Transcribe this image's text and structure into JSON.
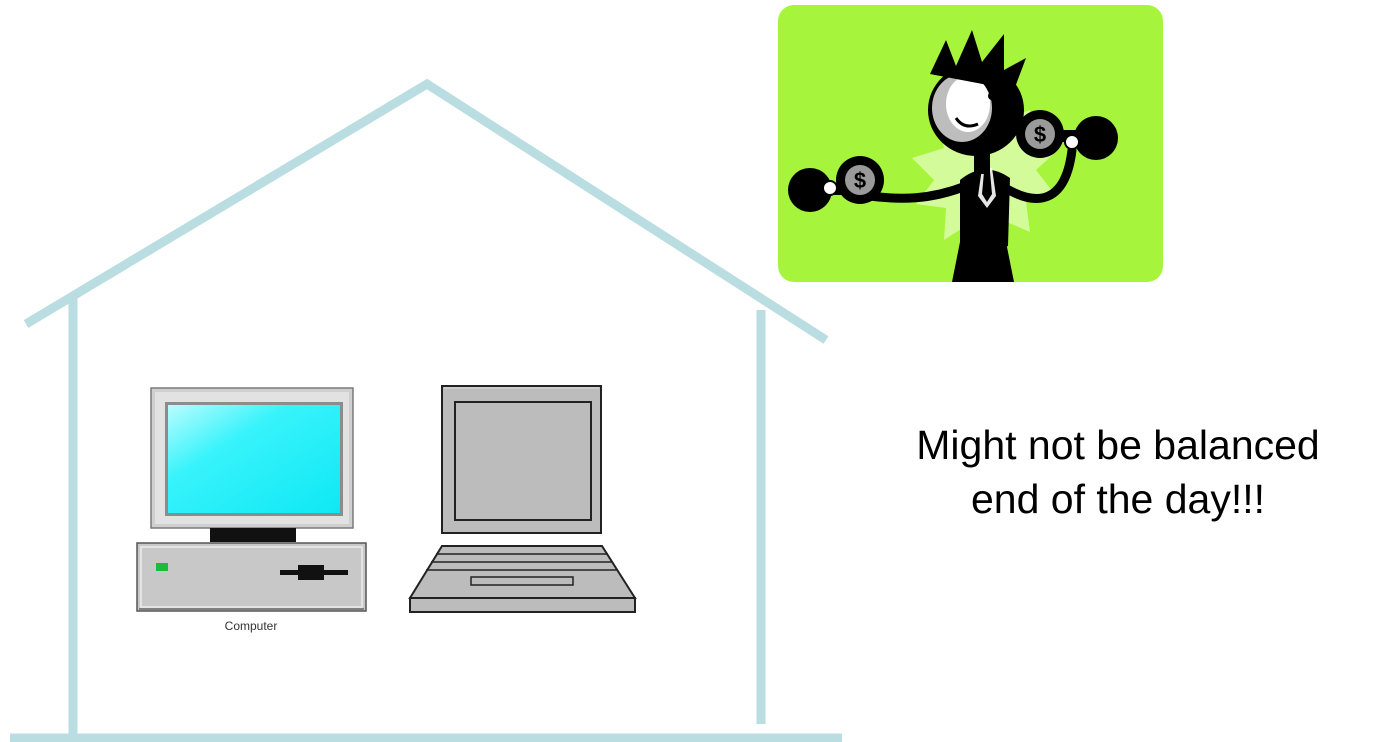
{
  "computer": {
    "label": "Computer"
  },
  "caption": {
    "line1": "Might not be balanced",
    "line2": "end of the day!!!"
  },
  "clipart": {
    "subject": "man lifting dollar dumbbells",
    "icon_glyph": "$"
  },
  "colors": {
    "house_outline": "#b9dde0",
    "clipart_background": "#a6f43c",
    "clipart_burst": "#d6fb9e",
    "monitor_screen": "#16f1f9",
    "device_gray": "#c8c8c8",
    "laptop_gray": "#bcbcbc",
    "power_led": "#1dbb3a"
  }
}
